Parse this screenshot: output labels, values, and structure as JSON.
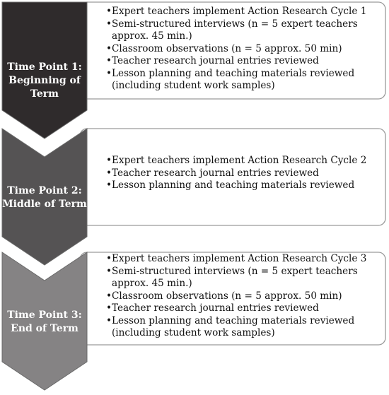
{
  "stages": [
    {
      "label_line1": "Time Point 1:",
      "label_line2": "Beginning of Term",
      "chevron_color": "#2f2b2c",
      "items": [
        "Expert teachers implement Action Research Cycle 1",
        "Semi-structured interviews  (n = 5 expert teachers approx. 45 min.)",
        "Classroom observations (n = 5 approx. 50 min)",
        "Teacher research journal entries reviewed",
        "Lesson planning and teaching materials reviewed (including student work samples)"
      ]
    },
    {
      "label_line1": "Time Point 2:",
      "label_line2": "Middle of Term",
      "chevron_color": "#555354",
      "items": [
        "Expert teachers implement Action Research Cycle 2",
        "Teacher research journal entries reviewed",
        "Lesson planning and teaching materials reviewed"
      ]
    },
    {
      "label_line1": "Time Point 3:",
      "label_line2": "End of Term",
      "chevron_color": "#858384",
      "items": [
        "Expert teachers implement Action Research Cycle 3",
        "Semi-structured interviews (n = 5 expert teachers approx. 45 min.)",
        "Classroom observations (n = 5 approx. 50 min)",
        "Teacher research journal entries reviewed",
        "Lesson planning and teaching materials reviewed (including student work samples)"
      ]
    }
  ],
  "colors": {
    "box_border": "#9a9a9a",
    "box_fill": "#ffffff",
    "text": "#111111"
  }
}
